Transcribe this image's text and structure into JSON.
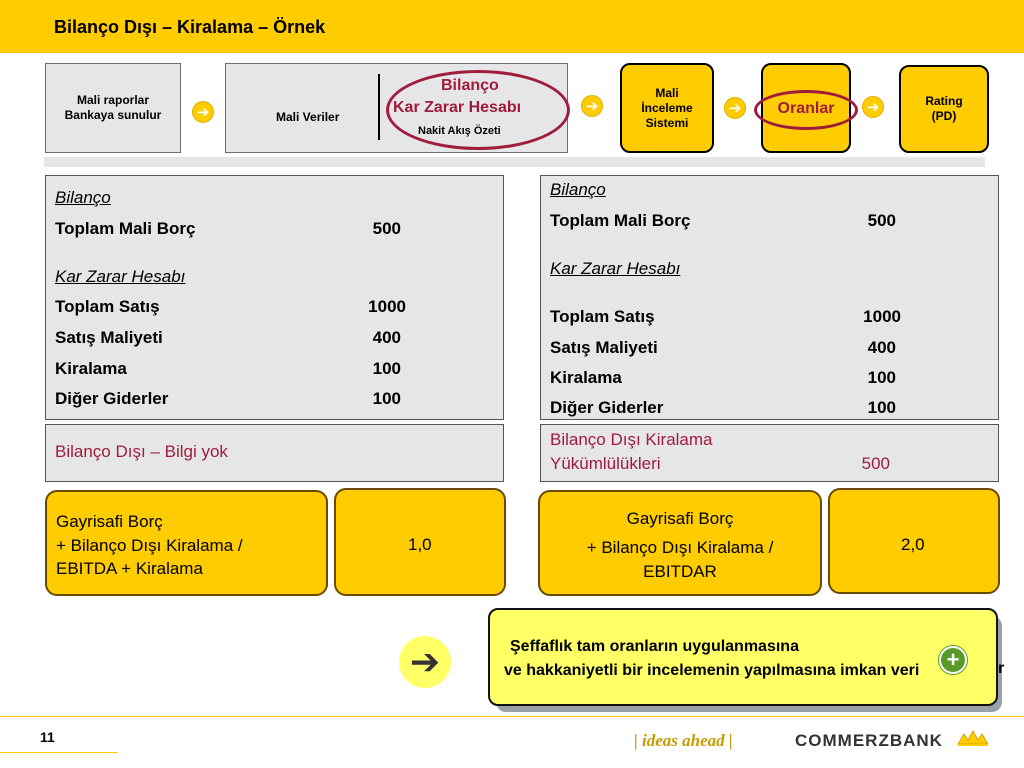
{
  "slide": {
    "title": "Bilanço Dışı – Kiralama – Örnek",
    "page_number": "11"
  },
  "flow": {
    "step1": {
      "line1": "Mali raporlar",
      "line2": "Bankaya sunulur"
    },
    "step2": {
      "left": "Mali Veriler",
      "item1": "Bilanço",
      "item2": "Kar Zarar Hesabı",
      "item3": "Nakit Akış Özeti"
    },
    "step3": {
      "line1": "Mali",
      "line2": "İnceleme",
      "line3": "Sistemi"
    },
    "step4": {
      "label": "Oranlar"
    },
    "step5": {
      "line1": "Rating",
      "line2": "(PD)"
    },
    "arrow_glyph": "➔"
  },
  "left_panel": {
    "balance_heading": "Bilanço",
    "total_debt_label": "Toplam Mali Borç",
    "total_debt_value": "500",
    "pl_heading": "Kar Zarar Hesabı",
    "sales_label": "Toplam Satış",
    "sales_value": "1000",
    "cogs_label": "Satış Maliyeti",
    "cogs_value": "400",
    "lease_label": "Kiralama",
    "lease_value": "100",
    "other_label": "Diğer Giderler",
    "other_value": "100",
    "off_balance_text": "Bilanço Dışı – Bilgi yok"
  },
  "right_panel": {
    "balance_heading": "Bilanço",
    "total_debt_label": "Toplam Mali Borç",
    "total_debt_value": "500",
    "pl_heading": "Kar Zarar Hesabı",
    "sales_label": "Toplam Satış",
    "sales_value": "1000",
    "cogs_label": "Satış Maliyeti",
    "cogs_value": "400",
    "lease_label": "Kiralama",
    "lease_value": "100",
    "other_label": "Diğer Giderler",
    "other_value": "100",
    "off_balance_line1": "Bilanço Dışı Kiralama",
    "off_balance_line2": "Yükümlülükleri",
    "off_balance_value": "500"
  },
  "ratios": {
    "left_formula_line1": "Gayrisafi Borç",
    "left_formula_line2": "+ Bilanço Dışı Kiralama /",
    "left_formula_line3": "EBITDA + Kiralama",
    "left_value": "1,0",
    "right_formula_line1": "Gayrisafi Borç",
    "right_formula_line2": "+ Bilanço Dışı Kiralama /",
    "right_formula_line3": "EBITDAR",
    "right_value": "2,0"
  },
  "callout": {
    "line1": "Şeffaflık tam oranların uygulanmasına",
    "line2": "ve hakkaniyetli bir incelemenin yapılmasına imkan veri",
    "overflow": "r",
    "plus_glyph": "+",
    "arrow_glyph": "➔"
  },
  "footer": {
    "tagline": "| ideas ahead |",
    "brand": "COMMERZBANK"
  },
  "colors": {
    "accent_yellow": "#ffcc00",
    "maroon": "#a01c3c",
    "panel_gray": "#e6e6e8",
    "callout_yellow": "#ffff66"
  }
}
